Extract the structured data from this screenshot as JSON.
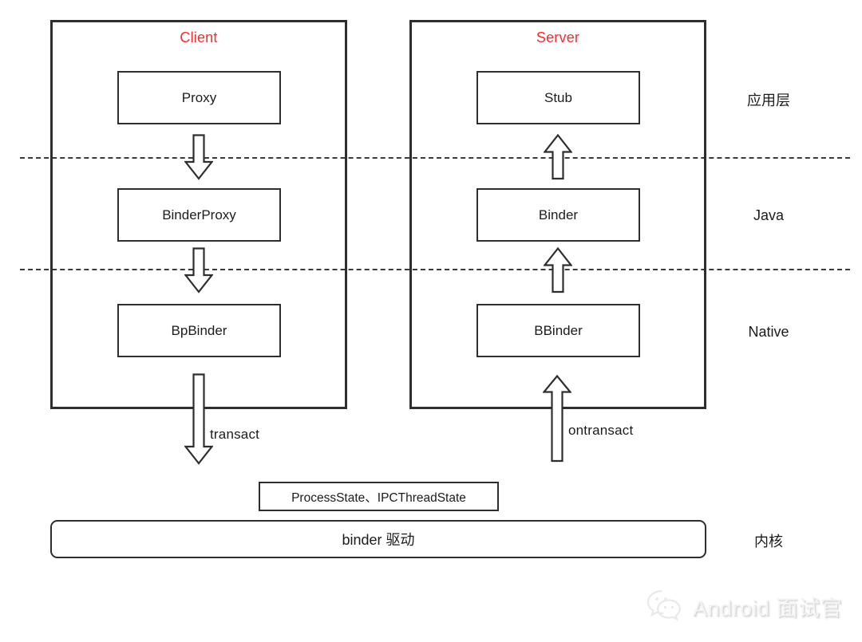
{
  "diagram": {
    "client": {
      "title": "Client",
      "nodes": [
        "Proxy",
        "BinderProxy",
        "BpBinder"
      ],
      "flow_label": "transact"
    },
    "server": {
      "title": "Server",
      "nodes": [
        "Stub",
        "Binder",
        "BBinder"
      ],
      "flow_label": "ontransact"
    },
    "layer_labels": {
      "app": "应用层",
      "java": "Java",
      "native": "Native",
      "kernel": "内核"
    },
    "ipc_box_label": "ProcessState、IPCThreadState",
    "driver_box_label": "binder 驱动",
    "colors": {
      "accent_red": "#fb2b2b",
      "stroke": "#2e2e2e"
    }
  },
  "watermark": {
    "text": "Android 面试官",
    "icon": "wechat-icon"
  }
}
